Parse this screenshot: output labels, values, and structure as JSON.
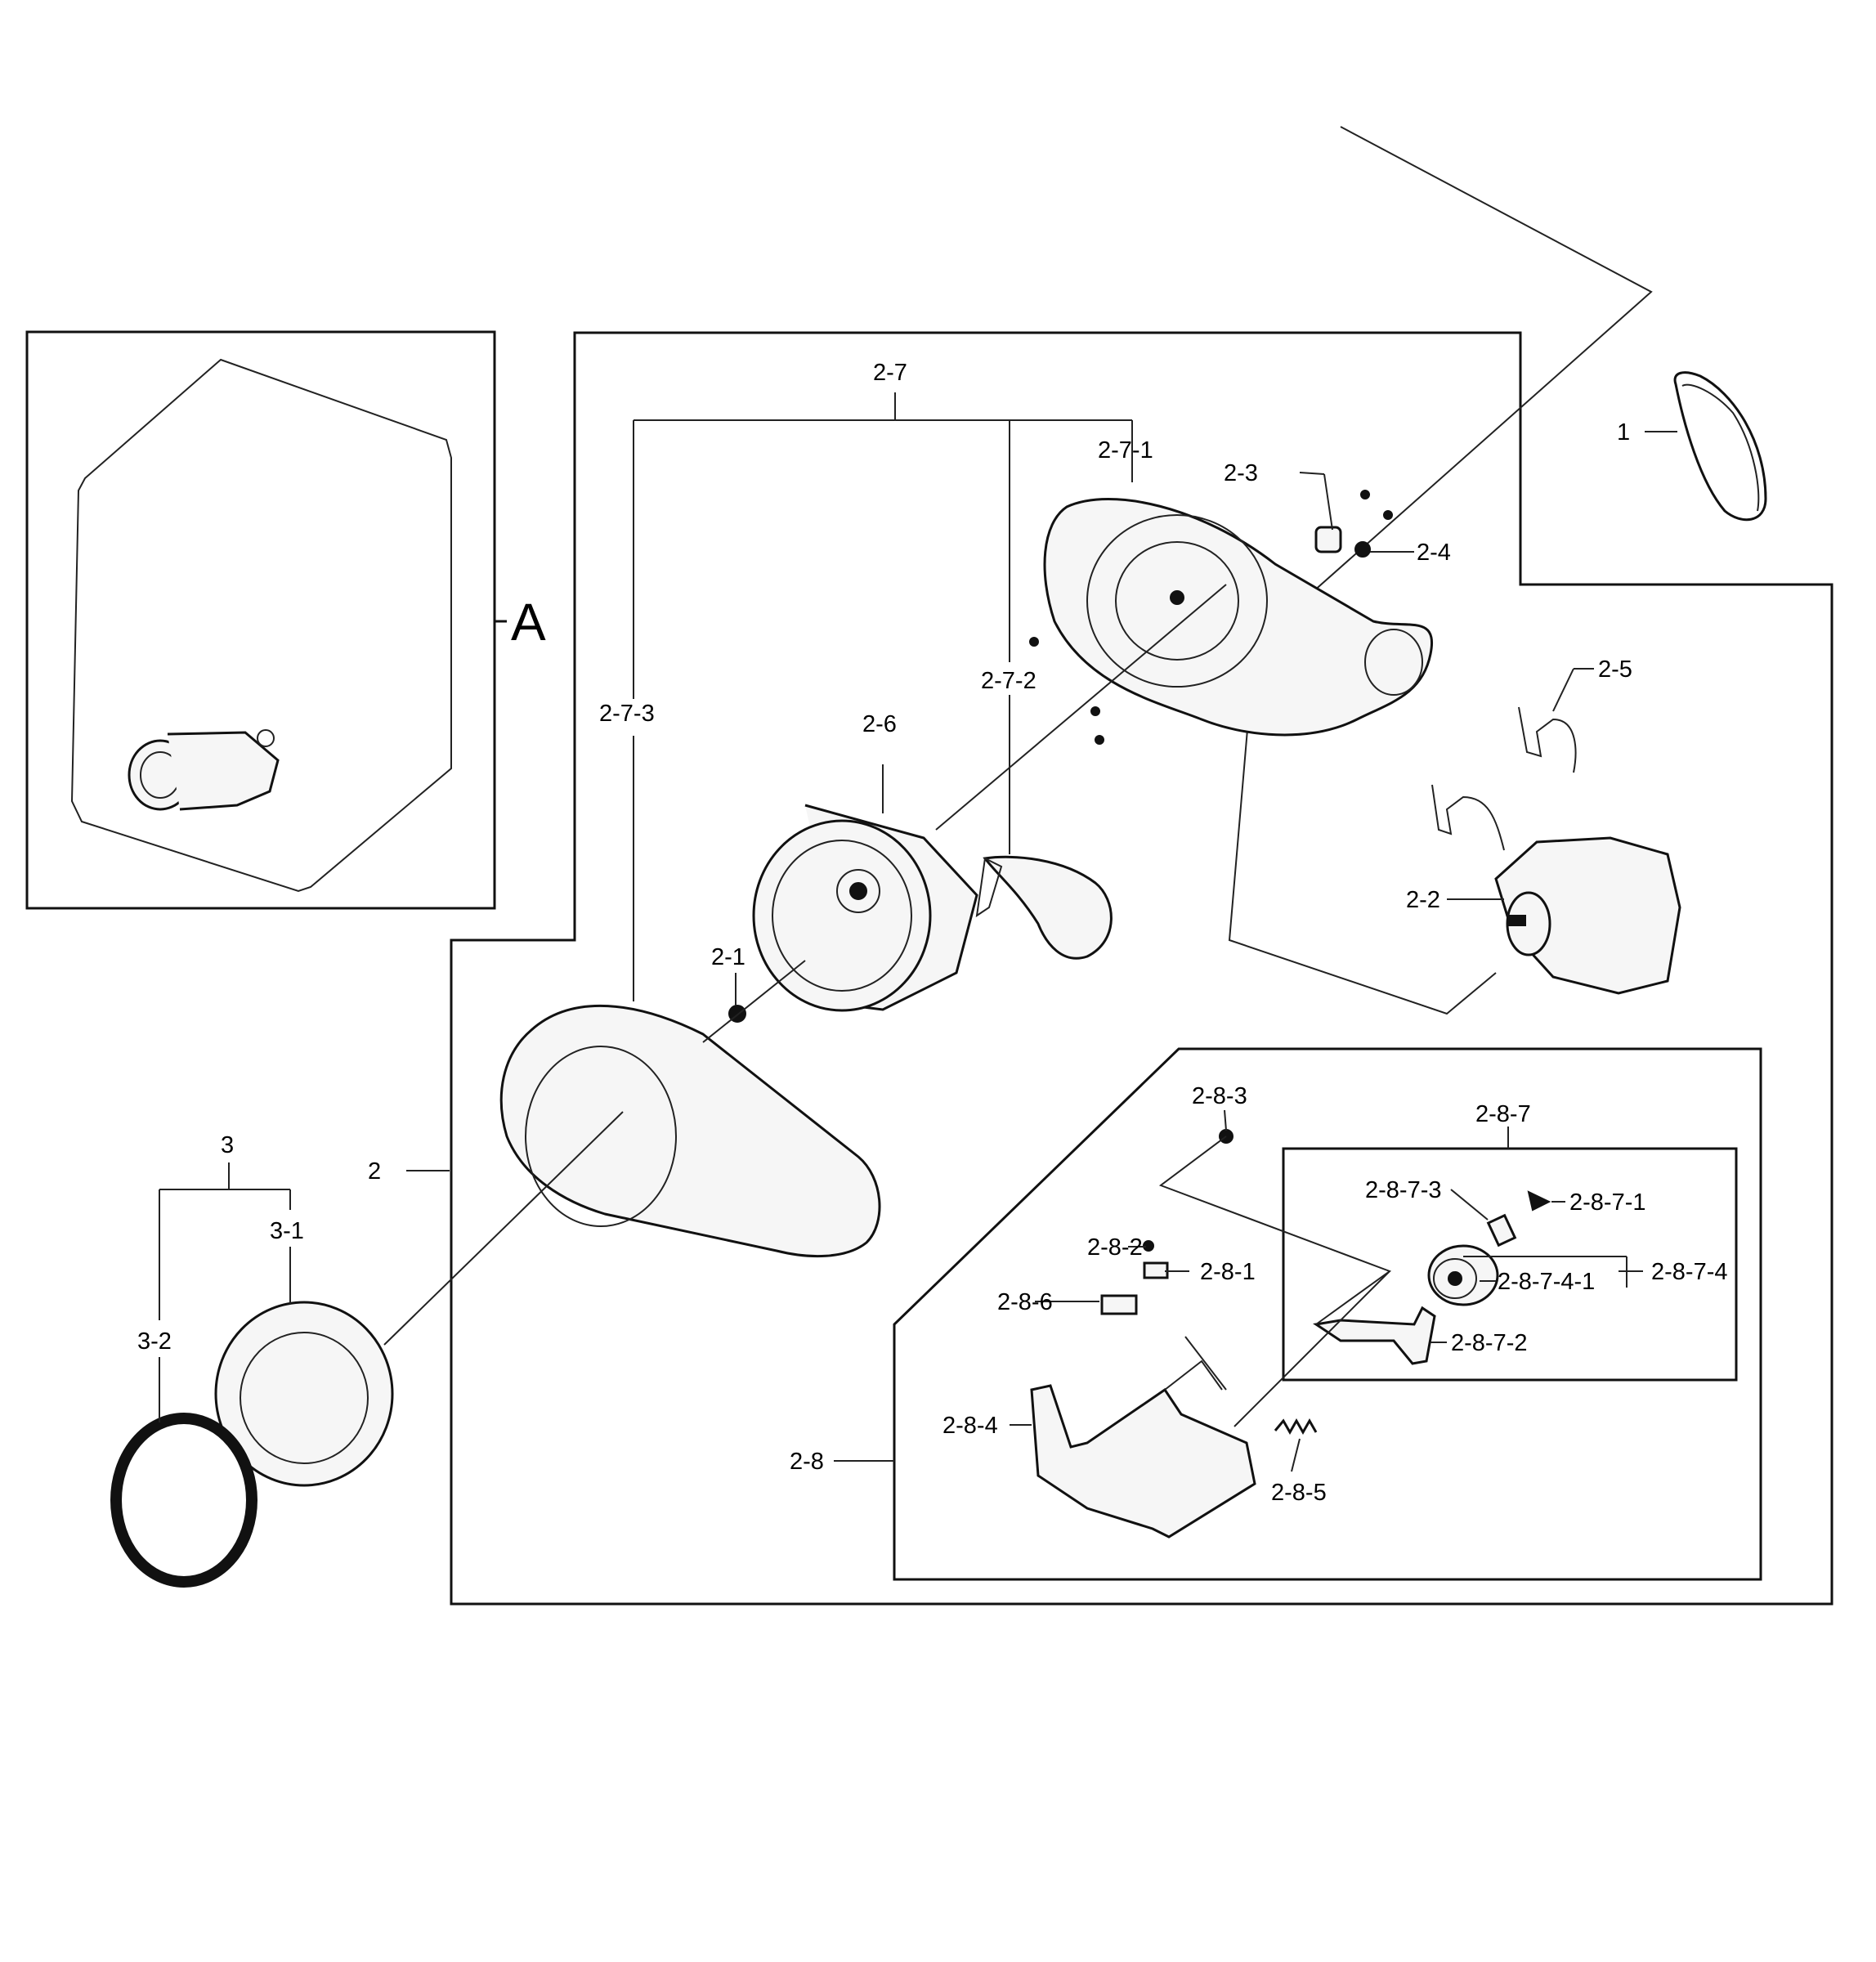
{
  "labels": {
    "view_a": "A",
    "p1": "1",
    "p2": "2",
    "p2_1": "2-1",
    "p2_2": "2-2",
    "p2_3": "2-3",
    "p2_4": "2-4",
    "p2_5": "2-5",
    "p2_6": "2-6",
    "p2_7": "2-7",
    "p2_7_1": "2-7-1",
    "p2_7_2": "2-7-2",
    "p2_7_3": "2-7-3",
    "p2_8": "2-8",
    "p2_8_1": "2-8-1",
    "p2_8_2": "2-8-2",
    "p2_8_3": "2-8-3",
    "p2_8_4": "2-8-4",
    "p2_8_5": "2-8-5",
    "p2_8_6": "2-8-6",
    "p2_8_7": "2-8-7",
    "p2_8_7_1": "2-8-7-1",
    "p2_8_7_2": "2-8-7-2",
    "p2_8_7_3": "2-8-7-3",
    "p2_8_7_4": "2-8-7-4",
    "p2_8_7_4_1": "2-8-7-4-1",
    "p3": "3",
    "p3_1": "3-1",
    "p3_2": "3-2"
  }
}
